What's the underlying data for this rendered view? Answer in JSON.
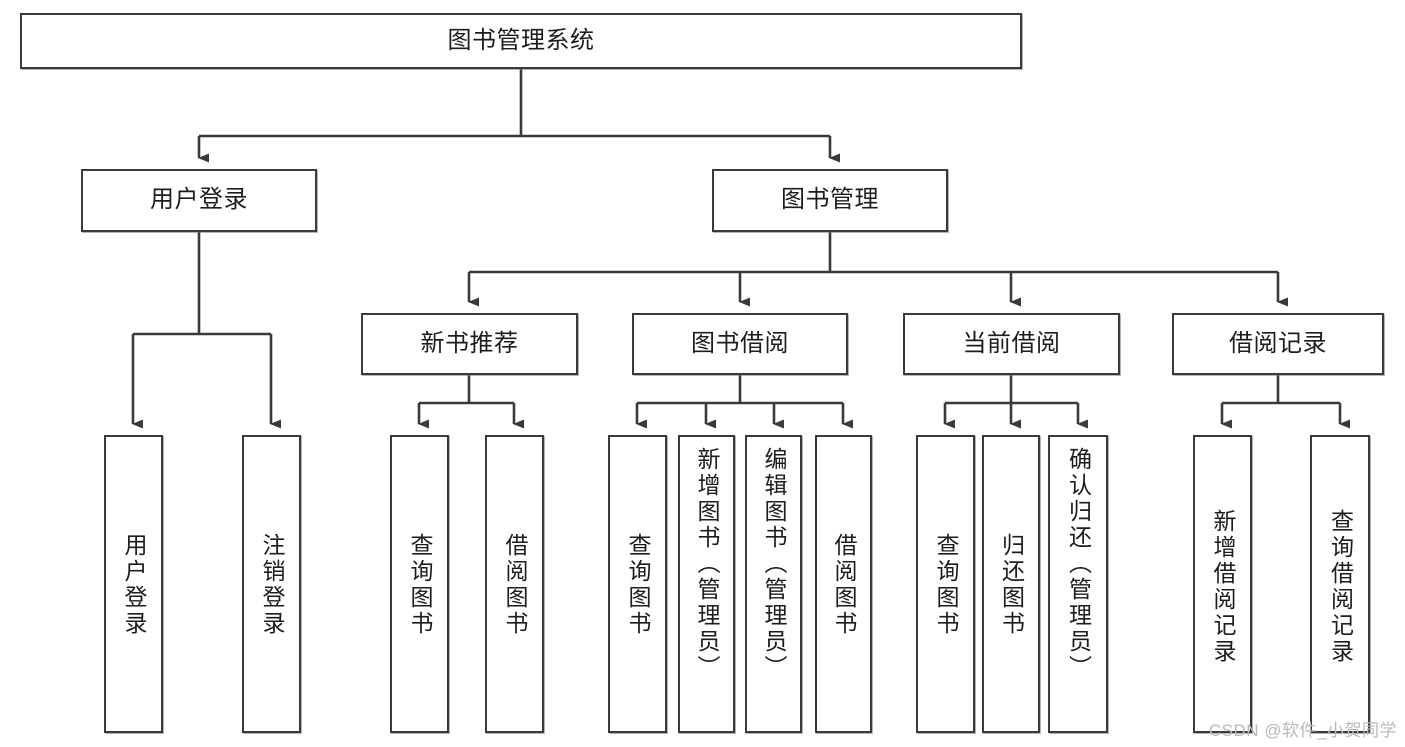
{
  "diagram": {
    "title": "图书管理系统",
    "type": "tree-hierarchy-diagram",
    "root": {
      "label": "图书管理系统"
    },
    "level2": [
      {
        "label": "用户登录"
      },
      {
        "label": "图书管理"
      }
    ],
    "level3": [
      {
        "label": "新书推荐"
      },
      {
        "label": "图书借阅"
      },
      {
        "label": "当前借阅"
      },
      {
        "label": "借阅记录"
      }
    ],
    "leaves": {
      "user_login": [
        {
          "label": "用户登录"
        },
        {
          "label": "注销登录"
        }
      ],
      "new_book_recommend": [
        {
          "label": "查询图书"
        },
        {
          "label": "借阅图书"
        }
      ],
      "book_borrow": [
        {
          "label": "查询图书"
        },
        {
          "label": "新增图书（管理员）"
        },
        {
          "label": "编辑图书（管理员）"
        },
        {
          "label": "借阅图书"
        }
      ],
      "current_borrow": [
        {
          "label": "查询图书"
        },
        {
          "label": "归还图书"
        },
        {
          "label": "确认归还（管理员）"
        }
      ],
      "borrow_record": [
        {
          "label": "新增借阅记录"
        },
        {
          "label": "查询借阅记录"
        }
      ]
    }
  },
  "watermark": {
    "text": "CSDN @软件_小贺同学"
  },
  "colors": {
    "border": "#3a3a3a",
    "text": "#1d1d1d",
    "background": "#ffffff",
    "watermark": "#b9b9b9"
  }
}
